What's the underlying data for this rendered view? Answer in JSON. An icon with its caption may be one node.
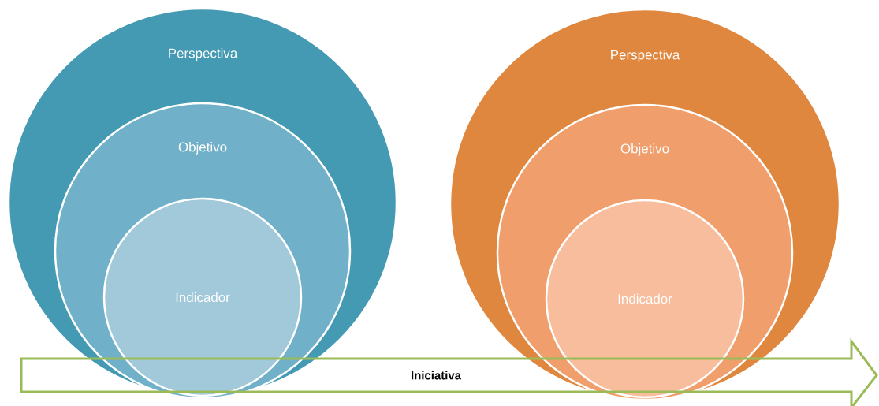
{
  "diagram": {
    "nodes": [
      {
        "text": [
          "Perspectiva"
        ]
      },
      {
        "text": [
          "Objetivo"
        ],
        "in": 0
      },
      {
        "text": [
          "Indicador"
        ],
        "in": 1
      },
      {
        "text": [
          "Perspectiva"
        ]
      },
      {
        "text": [
          "Objetivo"
        ],
        "in": 3
      },
      {
        "text": [
          "Indicador"
        ],
        "in": 4
      },
      {
        "text": [
          "Iniciativa"
        ]
      }
    ]
  }
}
